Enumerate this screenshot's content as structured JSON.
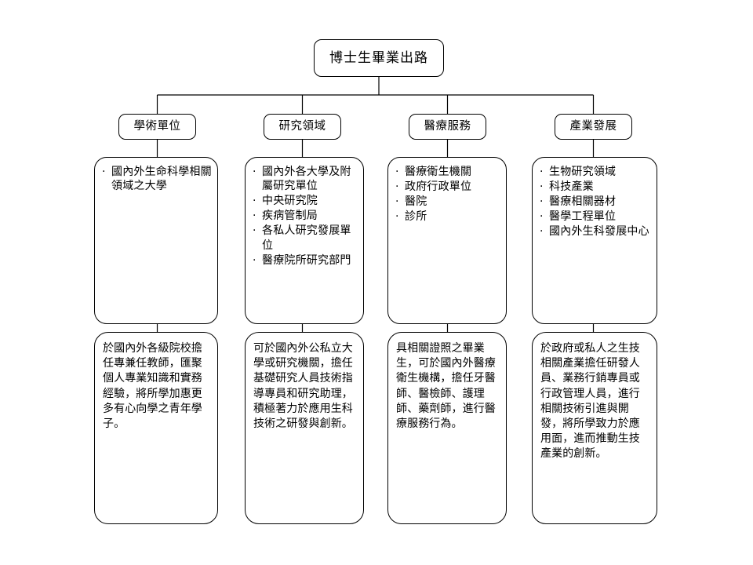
{
  "diagram": {
    "title": "博士生畢業出路",
    "root": {
      "label": "博士生畢業出路"
    },
    "branches": [
      {
        "category": "學術單位",
        "items": [
          "國內外生命科學相關領域之大學"
        ],
        "description": "於國內外各級院校擔任專兼任教師，匯聚個人專業知識和實務經驗，將所學加惠更多有心向學之青年學子。"
      },
      {
        "category": "研究領域",
        "items": [
          "國內外各大學及附屬研究單位",
          "中央研究院",
          "疾病管制局",
          "各私人研究發展單位",
          "醫療院所研究部門"
        ],
        "description": "可於國內外公私立大學或研究機關，擔任基礎研究人員技術指導專員和研究助理，積極著力於應用生科技術之研發與創新。"
      },
      {
        "category": "醫療服務",
        "items": [
          "醫療衛生機關",
          "政府行政單位",
          "醫院",
          "診所"
        ],
        "description": "具相關證照之畢業生，可於國內外醫療衛生機構，擔任牙醫師、醫檢師、護理師、藥劑師，進行醫療服務行為。"
      },
      {
        "category": "產業發展",
        "items": [
          "生物研究領域",
          "科技產業",
          "醫療相關器材",
          "醫學工程單位",
          "國內外生科發展中心"
        ],
        "description": "於政府或私人之生技相關產業擔任研發人員、業務行銷專員或行政管理人員，進行相關技術引進與開發，將所學致力於應用面，進而推動生技產業的創新。"
      }
    ],
    "bullet_glyph": "·",
    "colors": {
      "stroke": "#000000",
      "fill": "#ffffff",
      "text": "#000000"
    }
  }
}
